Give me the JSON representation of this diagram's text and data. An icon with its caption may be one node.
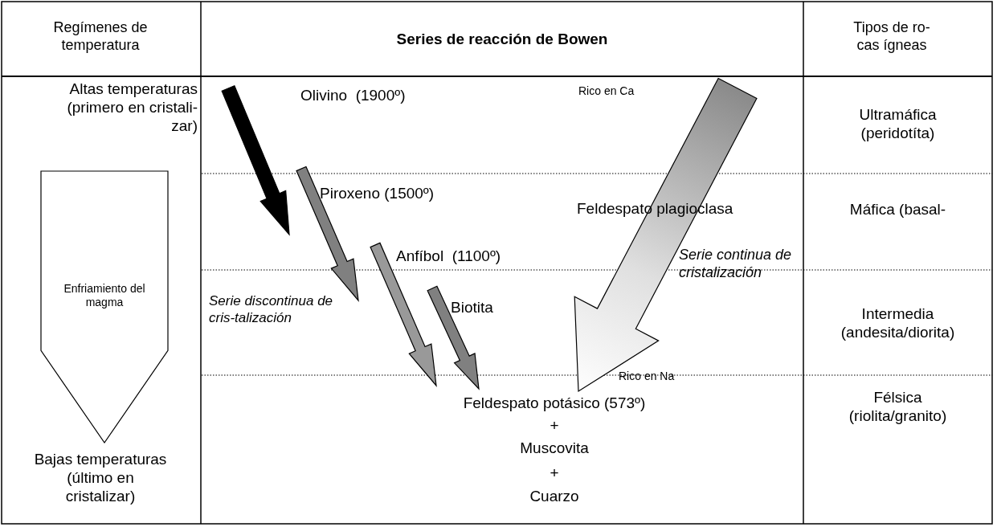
{
  "diagram": {
    "nodes": [
      {
        "text": [
          "Enfriamiento del magma"
        ]
      }
    ],
    "labels": [
      "Regímenes de temperatura",
      "Series de reacción de Bowen",
      "Tipos de ro-cas ígneas",
      "Altas temperaturas (primero en cristali-zar)",
      "Olivino  (1900º)",
      "Rico en Ca",
      "Ultramáfica (peridotíta)",
      "Piroxeno (1500º)",
      "Feldespato plagioclasa",
      "Máfica (basal-",
      "Anfíbol  (1100º)",
      "Serie continua de cristalización",
      "Serie discontinua de cris-talización",
      "Biotita",
      "Intermedia (andesita/diorita)",
      "Rico en Na",
      "Feldespato potásico (573º)",
      "+",
      "Félsica (riolita/granito)",
      "Bajas temperaturas (último en cristalizar)",
      "Muscovita",
      "+",
      "Cuarzo"
    ]
  }
}
